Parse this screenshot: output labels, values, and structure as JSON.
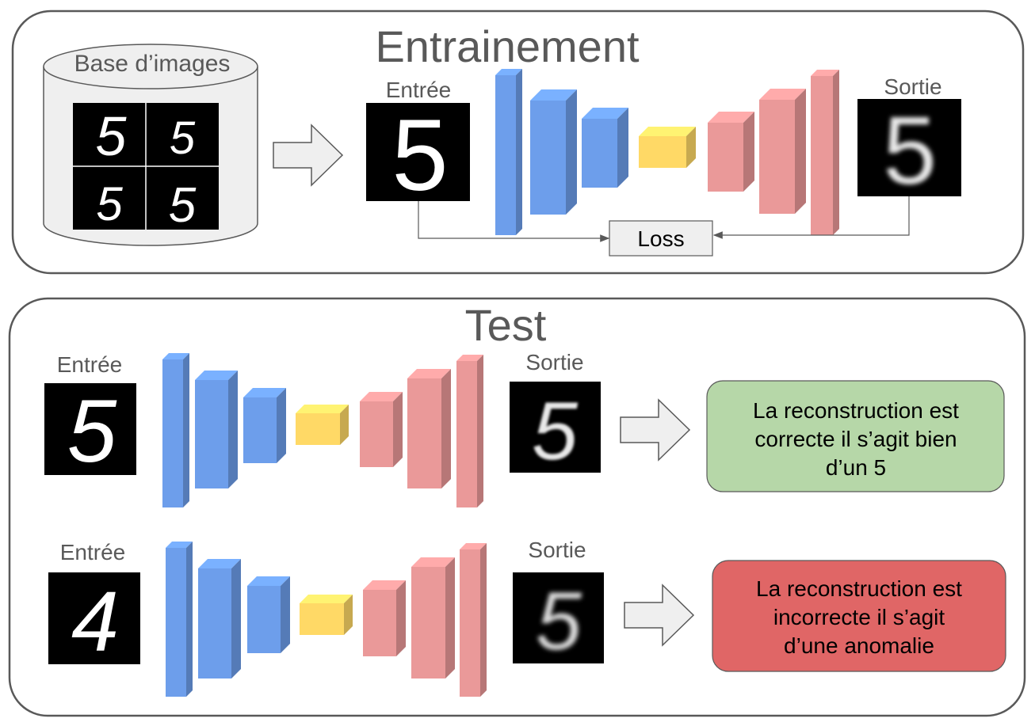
{
  "colors": {
    "encoder": "#6d9eeb",
    "bottleneck": "#ffd966",
    "decoder": "#ea9999",
    "ok_box": "#b6d7a8",
    "bad_box": "#e06666",
    "frame": "#595959",
    "arrow_fill": "#efefef",
    "text": "#595959"
  },
  "training": {
    "title": "Entrainement",
    "database_label": "Base d’images",
    "input_label": "Entrée",
    "output_label": "Sortie",
    "loss_label": "Loss",
    "input_digit": "5",
    "output_digit": "5",
    "database_digits": [
      "5",
      "5",
      "5",
      "5"
    ]
  },
  "test": {
    "title": "Test",
    "cases": [
      {
        "input_label": "Entrée",
        "output_label": "Sortie",
        "input_digit": "5",
        "output_digit": "5",
        "result_lines": [
          "La reconstruction est",
          "correcte il s’agit bien",
          "d’un 5"
        ],
        "status": "correct"
      },
      {
        "input_label": "Entrée",
        "output_label": "Sortie",
        "input_digit": "4",
        "output_digit": "5",
        "result_lines": [
          "La reconstruction est",
          "incorrecte il s’agit",
          "d’une anomalie"
        ],
        "status": "anomaly"
      }
    ]
  }
}
